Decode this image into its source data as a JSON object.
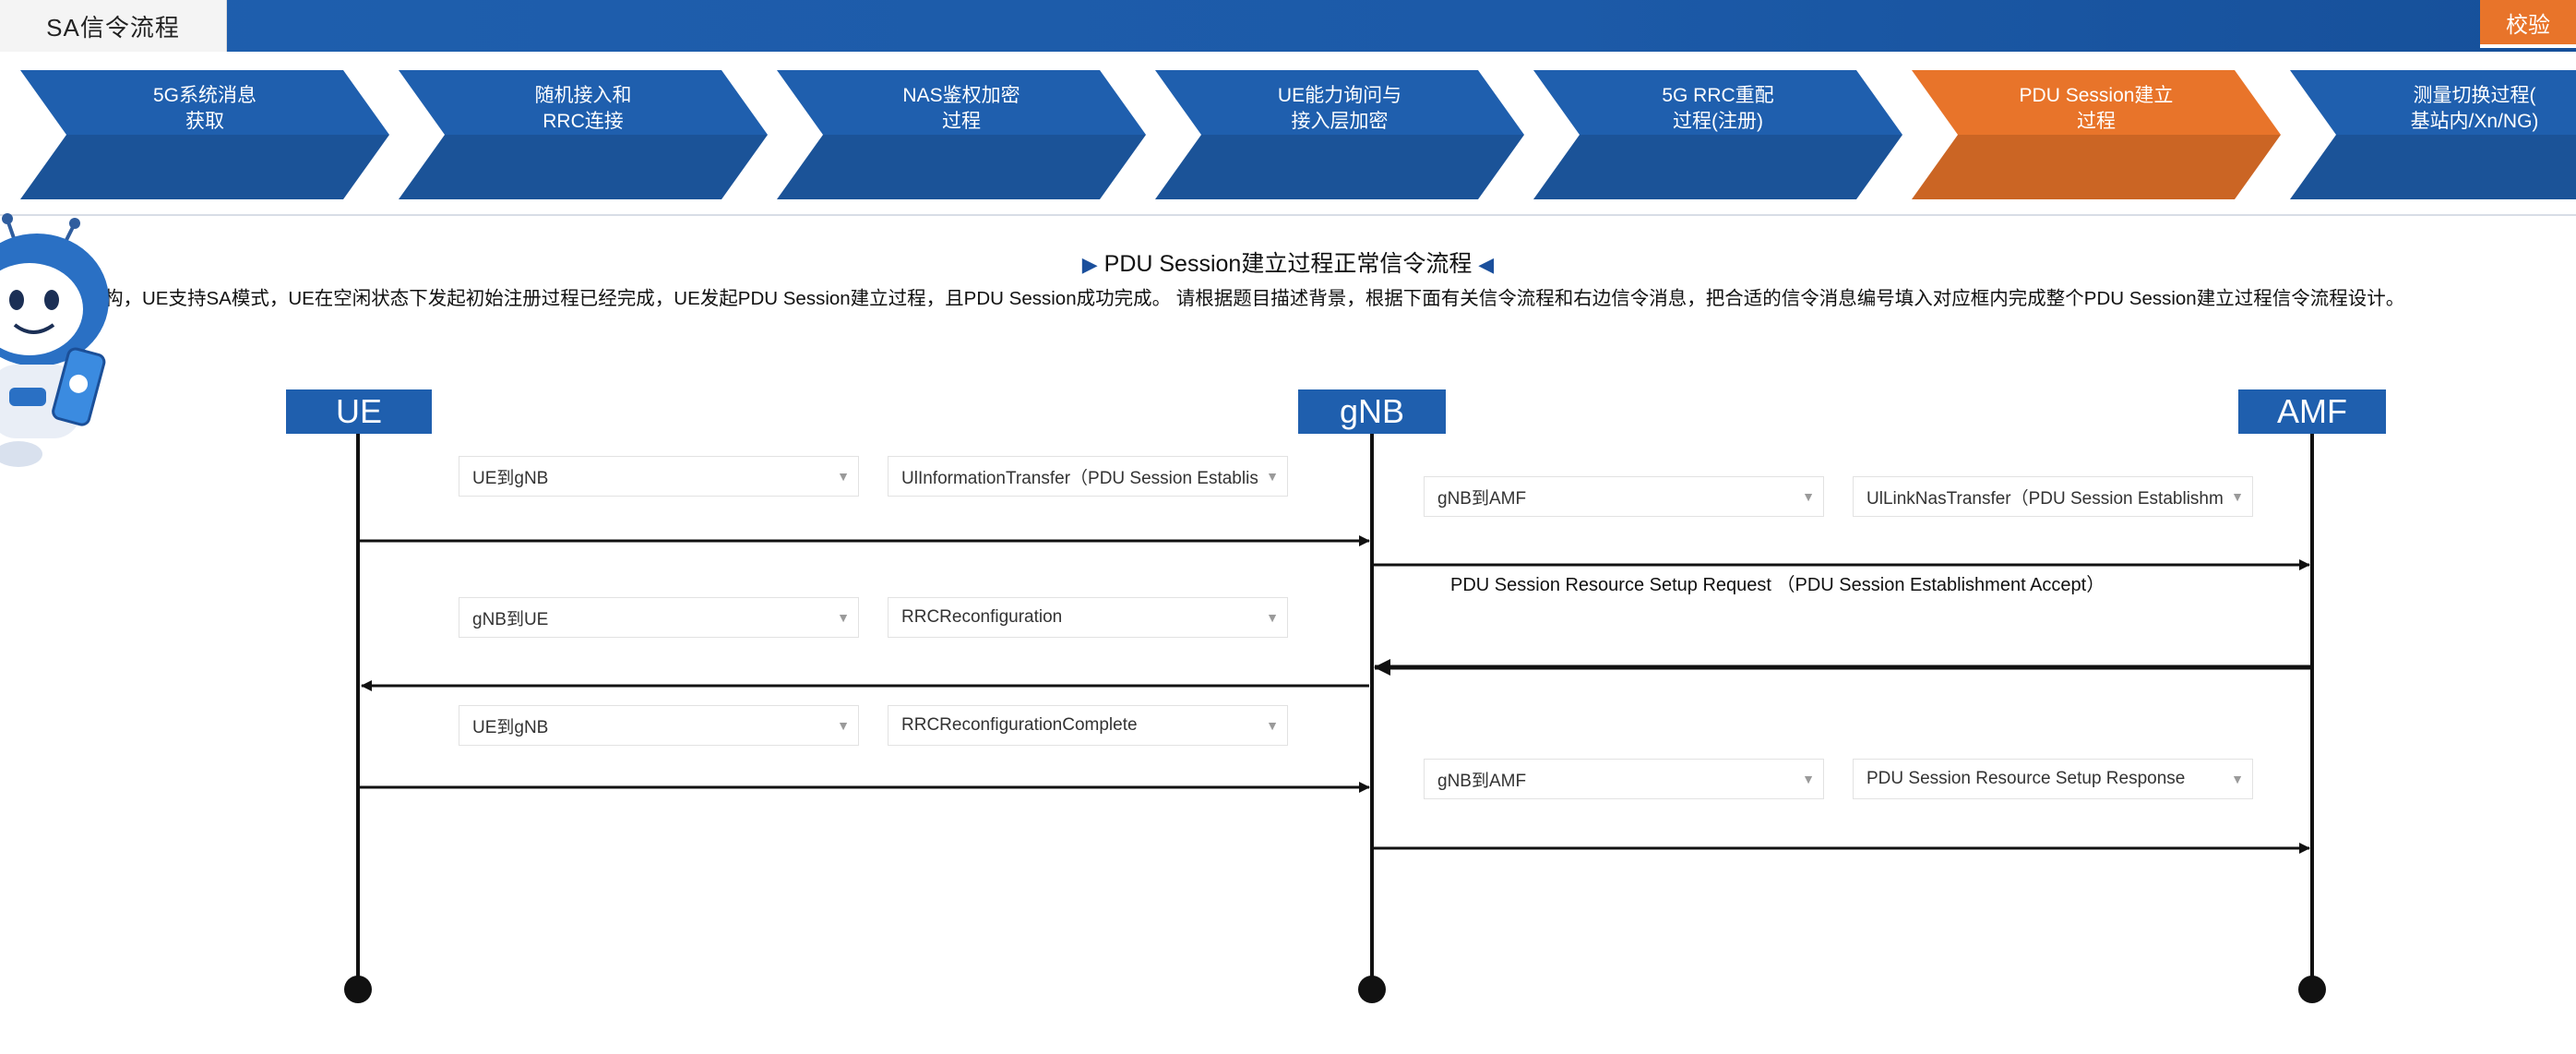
{
  "app": {
    "tab_title": "SA信令流程",
    "check_button": "校验"
  },
  "steps": [
    {
      "line1": "5G系统消息",
      "line2": "获取",
      "active": false
    },
    {
      "line1": "随机接入和",
      "line2": "RRC连接",
      "active": false
    },
    {
      "line1": "NAS鉴权加密",
      "line2": "过程",
      "active": false
    },
    {
      "line1": "UE能力询问与",
      "line2": "接入层加密",
      "active": false
    },
    {
      "line1": "5G RRC重配",
      "line2": "过程(注册)",
      "active": false
    },
    {
      "line1": "PDU Session建立",
      "line2": "过程",
      "active": true
    },
    {
      "line1": "测量切换过程(",
      "line2": "基站内/Xn/NG)",
      "active": false
    }
  ],
  "colors": {
    "step_blue": "#1f5fae",
    "step_active": "#e8742a",
    "header_blue": "#1f5fae"
  },
  "flow": {
    "title": "PDU Session建立过程正常信令流程",
    "description": "络架构，UE支持SA模式，UE在空闲状态下发起初始注册过程已经完成，UE发起PDU Session建立过程，且PDU Session成功完成。 请根据题目描述背景，根据下面有关信令流程和右边信令消息，把合适的信令消息编号填入对应框内完成整个PDU Session建立过程信令流程设计。"
  },
  "entities": {
    "ue": "UE",
    "gnb": "gNB",
    "amf": "AMF"
  },
  "messages": [
    {
      "direction": "UE到gNB",
      "message": "UlInformationTransfer（PDU Session Establishment Request）"
    },
    {
      "direction": "gNB到AMF",
      "message": "UlLinkNasTransfer（PDU Session Establishment Request）"
    },
    {
      "direction": "gNB到UE",
      "message": "RRCReconfiguration"
    },
    {
      "direction": "UE到gNB",
      "message": "RRCReconfigurationComplete"
    },
    {
      "direction": "gNB到AMF",
      "message": "PDU Session Resource Setup Response"
    }
  ],
  "static_message": "PDU Session Resource Setup Request （PDU Session Establishment Accept）",
  "icons": {
    "caret": "caret-down-icon",
    "title_left": "triangle-right-icon",
    "title_right": "triangle-left-icon"
  }
}
